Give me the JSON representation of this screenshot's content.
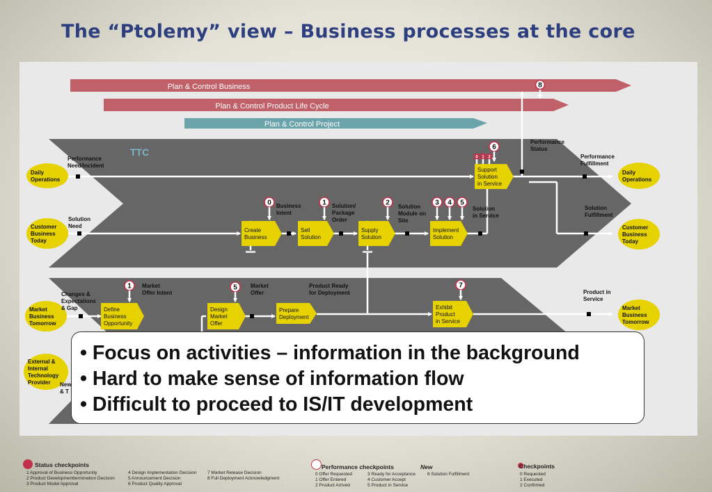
{
  "title": "The “Ptolemy” view – Business processes at the core",
  "bars": {
    "business": "Plan & Control Business",
    "product": "Plan & Control Product Life Cycle",
    "project": "Plan & Control Project"
  },
  "ttc": "TTC",
  "ovals": {
    "daily_ops_left": [
      "Daily",
      "Operations"
    ],
    "customer_today_left": [
      "Customer",
      "Business",
      "Today"
    ],
    "market_tomorrow_left": [
      "Market",
      "Business",
      "Tomorrow"
    ],
    "tech_provider_left": [
      "External &",
      "Internal",
      "Technology",
      "Provider"
    ],
    "daily_ops_right": [
      "Daily",
      "Operations"
    ],
    "customer_today_right": [
      "Customer",
      "Business",
      "Today"
    ],
    "market_tomorrow_right": [
      "Market",
      "Business",
      "Tomorrow"
    ]
  },
  "processes": {
    "support": [
      "Support",
      "Solution",
      "in Service"
    ],
    "create": [
      "Create",
      "Business"
    ],
    "sell": [
      "Sell",
      "Solution"
    ],
    "supply": [
      "Supply",
      "Solution"
    ],
    "implement": [
      "Implement",
      "Solution"
    ],
    "define": [
      "Define",
      "Business",
      "Opportunity"
    ],
    "design": [
      "Design",
      "Market",
      "Offer"
    ],
    "prepare": [
      "Prepare",
      "Deployment"
    ],
    "exhibit": [
      "Exhibit",
      "Product",
      "in Service"
    ]
  },
  "labels": {
    "perf_need": [
      "Performance",
      "Need/Incident"
    ],
    "perf_status": [
      "Performance",
      "Status"
    ],
    "perf_fulfill": [
      "Performance",
      "Fulfillment"
    ],
    "solution_need": [
      "Solution",
      "Need"
    ],
    "business_intent": [
      "Business",
      "Intent"
    ],
    "solution_package": [
      "Solution/",
      "Package",
      "Order"
    ],
    "solution_module": [
      "Solution",
      "Module on",
      "Site"
    ],
    "solution_in_service": [
      "Solution",
      "in Service"
    ],
    "solution_fulfillment": [
      "Solution",
      "Fulfillment"
    ],
    "changes": [
      "Changes &",
      "Expectations",
      "& Gap"
    ],
    "market_offer_intent": [
      "Market",
      "Offer Intent"
    ],
    "market_offer": [
      "Market",
      "Offer"
    ],
    "product_ready": [
      "Product Ready",
      "for Deployment"
    ],
    "product_in_service": [
      "Product in",
      "Service"
    ],
    "new_tech": [
      "New",
      "& T"
    ]
  },
  "checkpoints": {
    "top_8": "8",
    "support_6": "6",
    "mini": [
      "0",
      "1",
      "2"
    ],
    "create_0": "0",
    "sell_1": "1",
    "supply_2": "2",
    "impl_3": "3",
    "impl_4": "4",
    "impl_5": "5",
    "define_1": "1",
    "design_5": "5",
    "exhibit_7": "7"
  },
  "bullets": [
    "• Focus on activities – information in the background",
    "• Hard to make sense of information flow",
    "• Difficult to proceed to IS/IT development"
  ],
  "legend": {
    "status": {
      "title": "Status checkpoints",
      "col1": [
        "1    Approval of Business Opportunity",
        "2    Product Developmenttermination Decision",
        "3    Product Model Approval"
      ],
      "col2": [
        "4    Design Implementation Decision",
        "5    Announcement Decision",
        "6    Product Quality Approval"
      ],
      "col3": [
        "7    Market Release Decision",
        "8    Full Deployment Acknowledgment"
      ]
    },
    "performance": {
      "title": "Performance checkpoints",
      "new": "New",
      "col1": [
        "0    Offer Requested",
        "1    Offer Entered",
        "2    Product Arrived"
      ],
      "col2": [
        "3    Ready for Acceptance",
        "4    Customer Accept",
        "5    Product in Service"
      ],
      "col3": [
        "6    Solution Fulfillment"
      ]
    },
    "checkpoints": {
      "title": "Checkpoints",
      "col1": [
        "0    Requested",
        "1    Executed",
        "2    Confirmed"
      ]
    }
  },
  "colors": {
    "title": "#2e3f7f",
    "bar_business": "#c06068",
    "bar_project": "#6aa3aa",
    "chevron": "#666666",
    "process": "#e6d200",
    "oval": "#e6d200",
    "status_checkpoint": "#c0304a",
    "performance_checkpoint": "#ffffff"
  }
}
